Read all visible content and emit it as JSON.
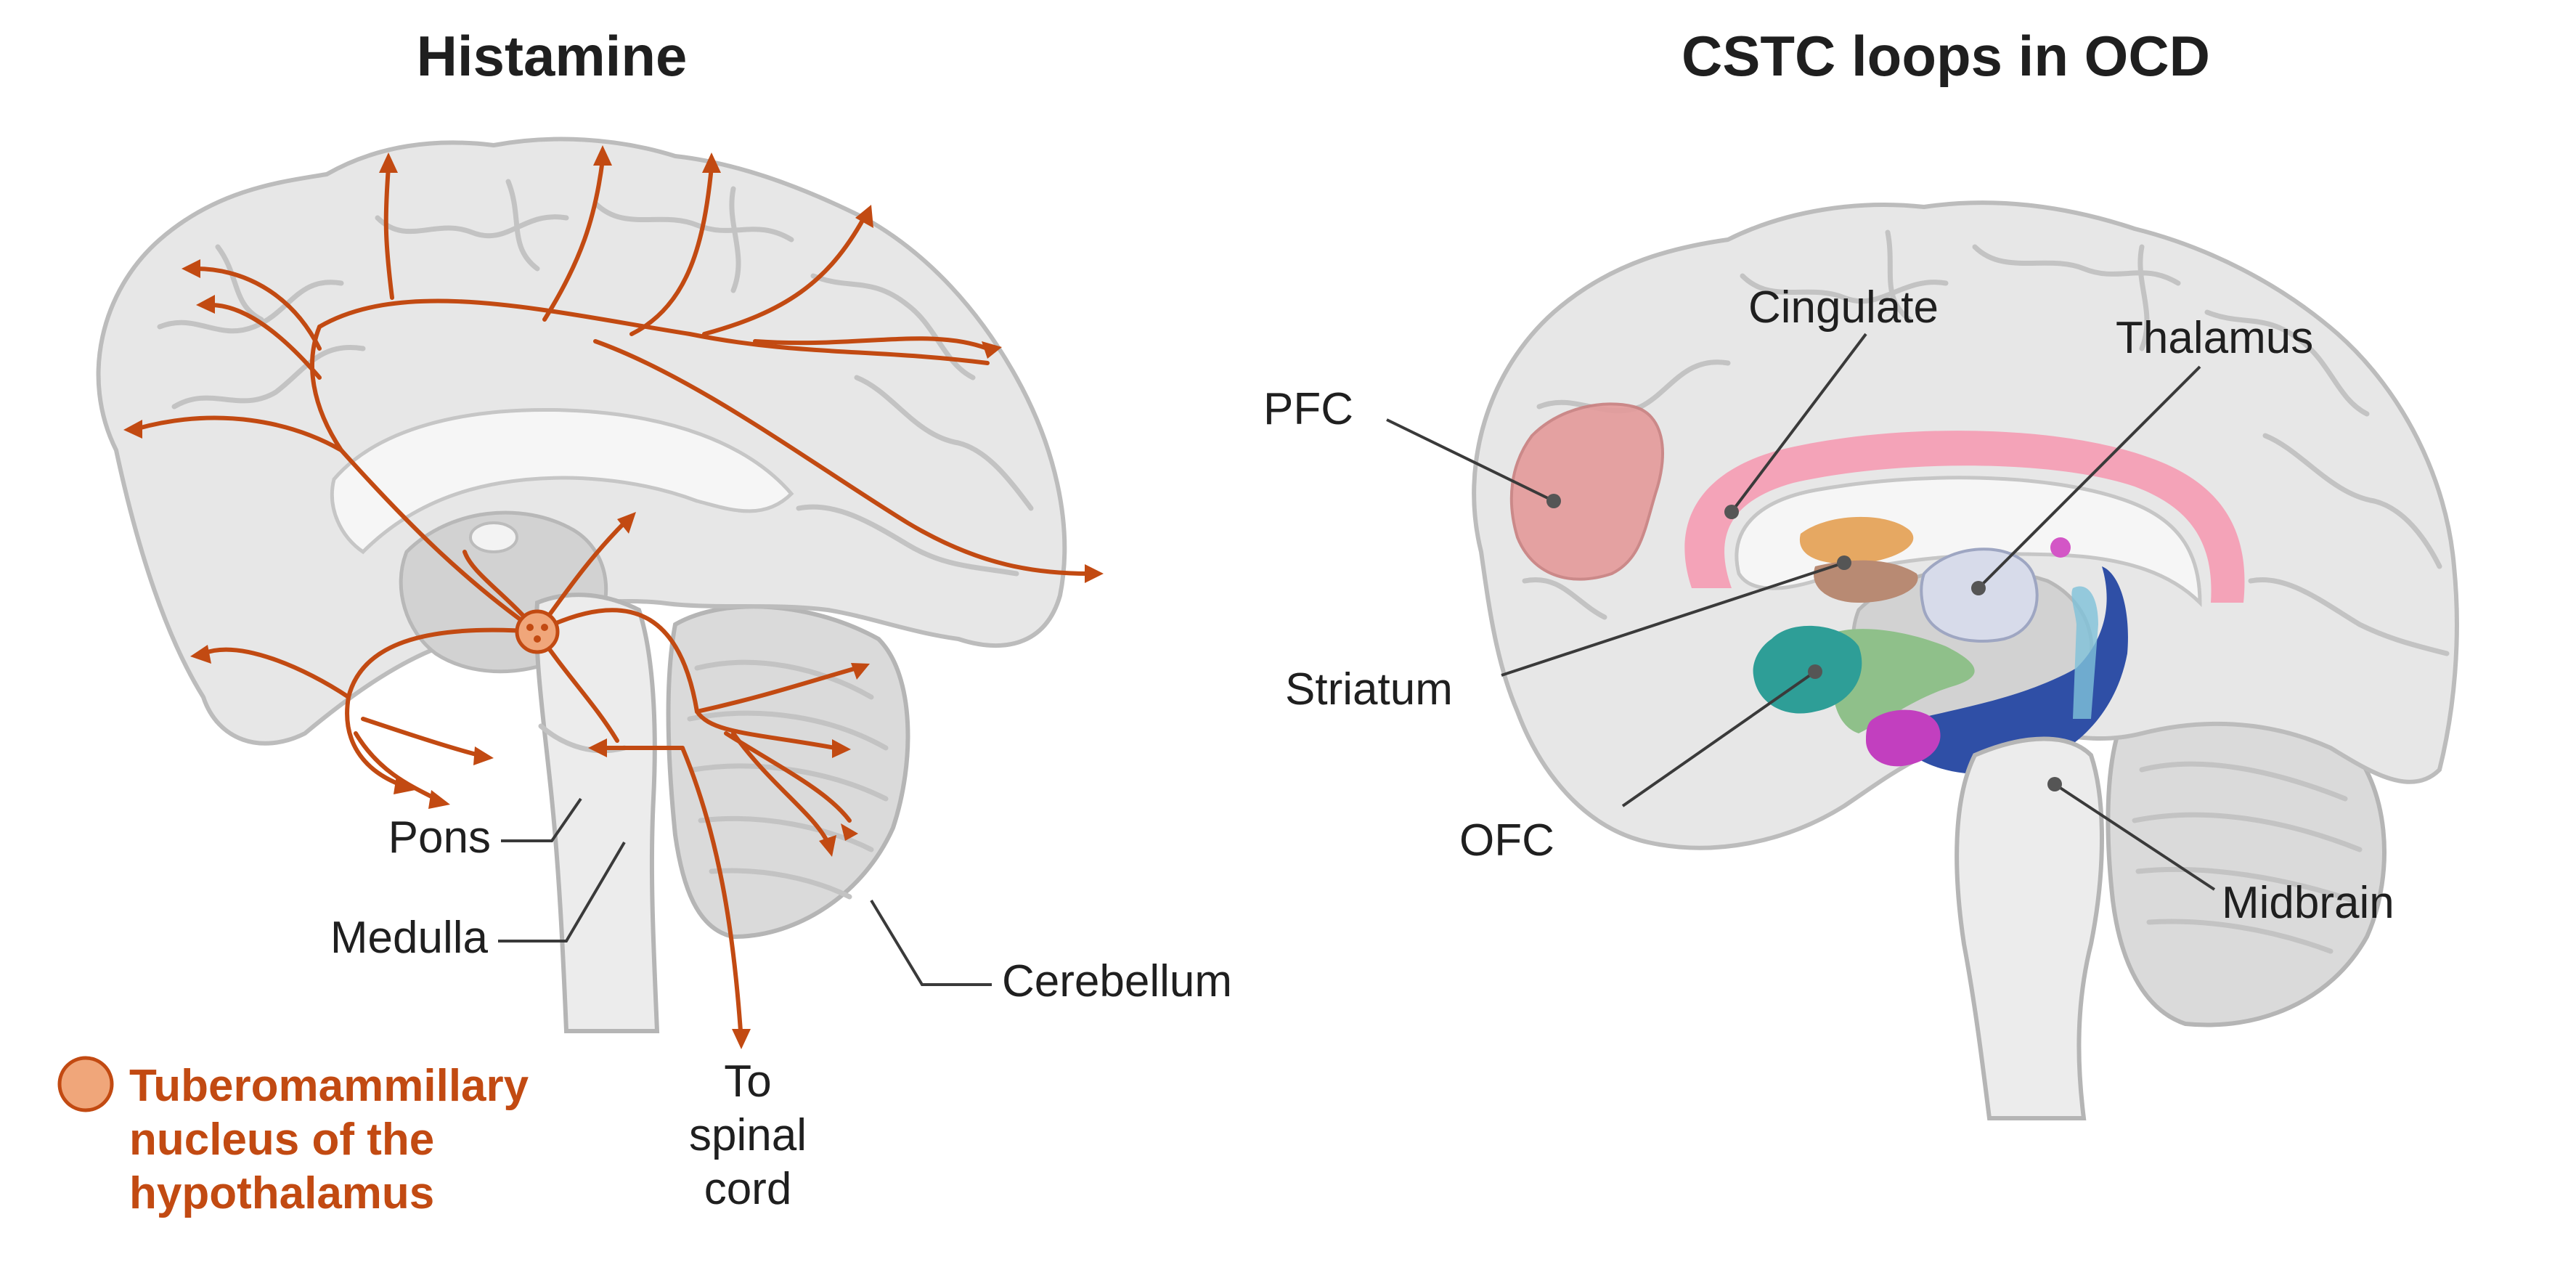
{
  "histamine_panel": {
    "title": "Histamine",
    "labels": {
      "pons": "Pons",
      "medulla": "Medulla",
      "cerebellum": "Cerebellum",
      "spinal_line1": "To",
      "spinal_line2": "spinal",
      "spinal_line3": "cord"
    },
    "legend": {
      "line1": "Tuberomammillary",
      "line2": "nucleus of the",
      "line3": "hypothalamus",
      "marker_color": "#f0a67a"
    },
    "projection_color": "#c24a12"
  },
  "cstc_panel": {
    "title": "CSTC loops in OCD",
    "labels": {
      "pfc": "PFC",
      "cingulate": "Cingulate",
      "thalamus": "Thalamus",
      "striatum": "Striatum",
      "ofc": "OFC",
      "midbrain": "Midbrain"
    },
    "region_colors": {
      "pfc": "#e49a9a",
      "cingulate": "#f4a3b8",
      "striatum": "#e6a862",
      "striatum_body": "#b88a73",
      "thalamus": "#d7dbea",
      "ofc": "#2e9e97",
      "hypothalamus": "#8fc08a",
      "amygdala": "#c23fbf",
      "hippocampus": "#2f4fa6",
      "fornix": "#7fc2d9"
    }
  }
}
